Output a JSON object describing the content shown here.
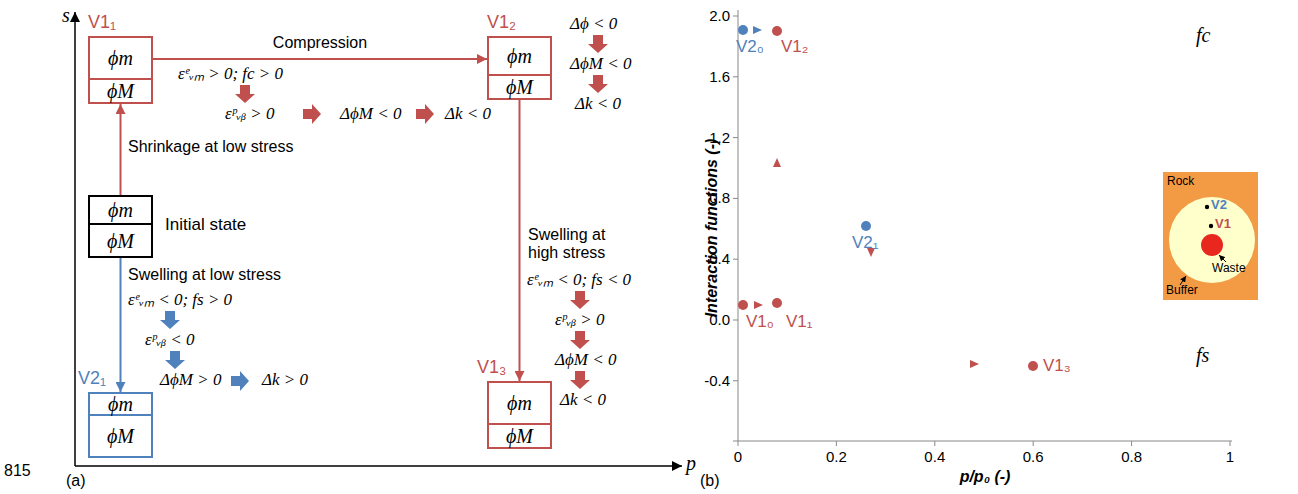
{
  "diagram": {
    "nodes": [
      {
        "text": [
          "V1₁",
          "ϕm",
          "ϕM"
        ]
      },
      {
        "text": [
          "V1₂",
          "ϕm",
          "ϕM"
        ]
      },
      {
        "text": [
          "Initial state",
          "ϕm",
          "ϕM"
        ]
      },
      {
        "text": [
          "V1₃",
          "ϕm",
          "ϕM"
        ]
      },
      {
        "text": [
          "V2₁",
          "ϕm",
          "ϕM"
        ]
      }
    ],
    "edges": [
      {
        "from": 2,
        "to": 0,
        "arrow": "to",
        "label": "Shrinkage at low stress"
      },
      {
        "from": 0,
        "to": 1,
        "arrow": "to",
        "label": "Compression"
      },
      {
        "from": 1,
        "to": 3,
        "arrow": "to",
        "label": "Swelling at high stress"
      },
      {
        "from": 2,
        "to": 4,
        "arrow": "to",
        "label": "Swelling at low stress"
      }
    ],
    "labels": [
      "s",
      "p",
      "(a)",
      "815",
      "εᵉᵥₘ > 0; fc > 0",
      "εᵖᵥᵦ > 0",
      "ΔϕM < 0",
      "Δk < 0",
      "Δϕ < 0",
      "ΔϕM < 0",
      "Δk < 0",
      "εᵉᵥₘ < 0; fs < 0",
      "εᵖᵥᵦ > 0",
      "ΔϕM < 0",
      "Δk < 0",
      "εᵉᵥₘ < 0; fs > 0",
      "εᵖᵥᵦ < 0",
      "ΔϕM > 0",
      "Δk > 0",
      "(b)",
      "Interaction functions (-)",
      "p/p₀ (-)",
      "2.0",
      "1.6",
      "1.2",
      "0.8",
      "0.4",
      "0.0",
      "-0.4",
      "0",
      "0.2",
      "0.4",
      "0.6",
      "0.8",
      "1",
      "V2₀",
      "V1₂",
      "V2₁",
      "V1₀",
      "V1₁",
      "V1₃",
      "fc",
      "fs",
      "Rock",
      "V2",
      "V1",
      "Waste",
      "Buffer"
    ]
  }
}
